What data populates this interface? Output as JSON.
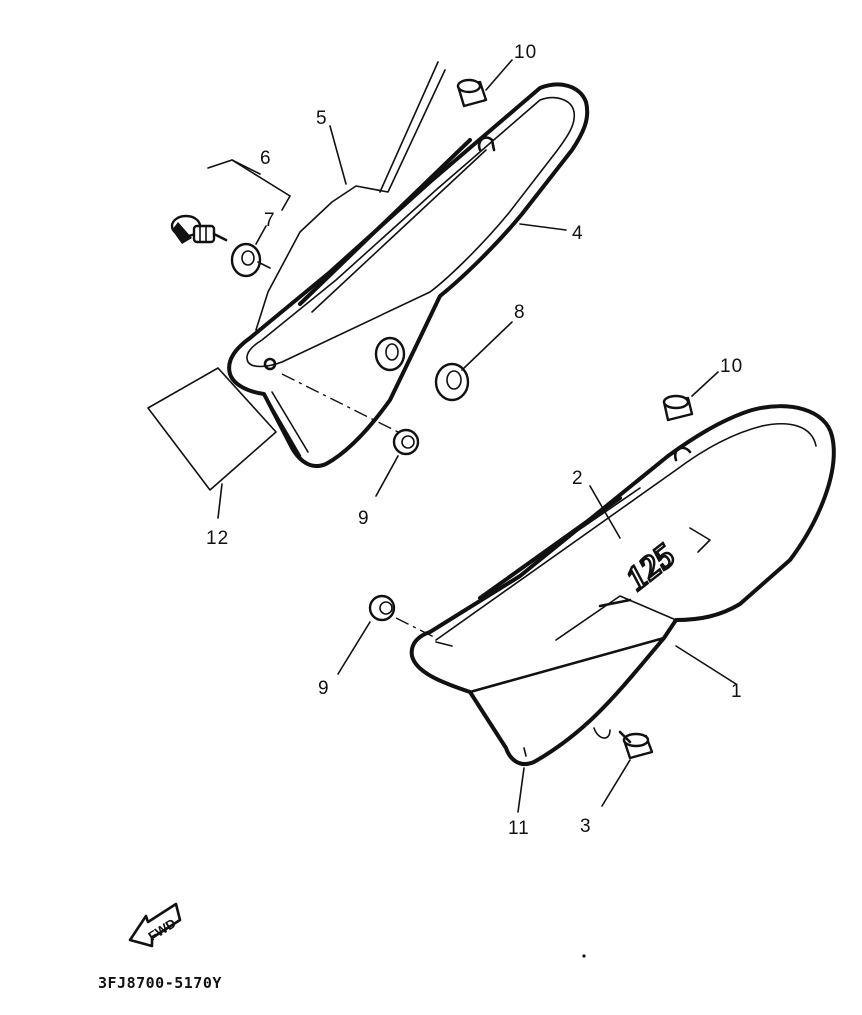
{
  "callouts": {
    "c1": "1",
    "c2": "2",
    "c3": "3",
    "c4": "4",
    "c5": "5",
    "c6": "6",
    "c7": "7",
    "c8": "8",
    "c9a": "9",
    "c9b": "9",
    "c10a": "10",
    "c10b": "10",
    "c11": "11",
    "c12": "12"
  },
  "fwd_label": "FWD",
  "decal_text": "125",
  "diagram_code": "3FJ8700-5170Y"
}
